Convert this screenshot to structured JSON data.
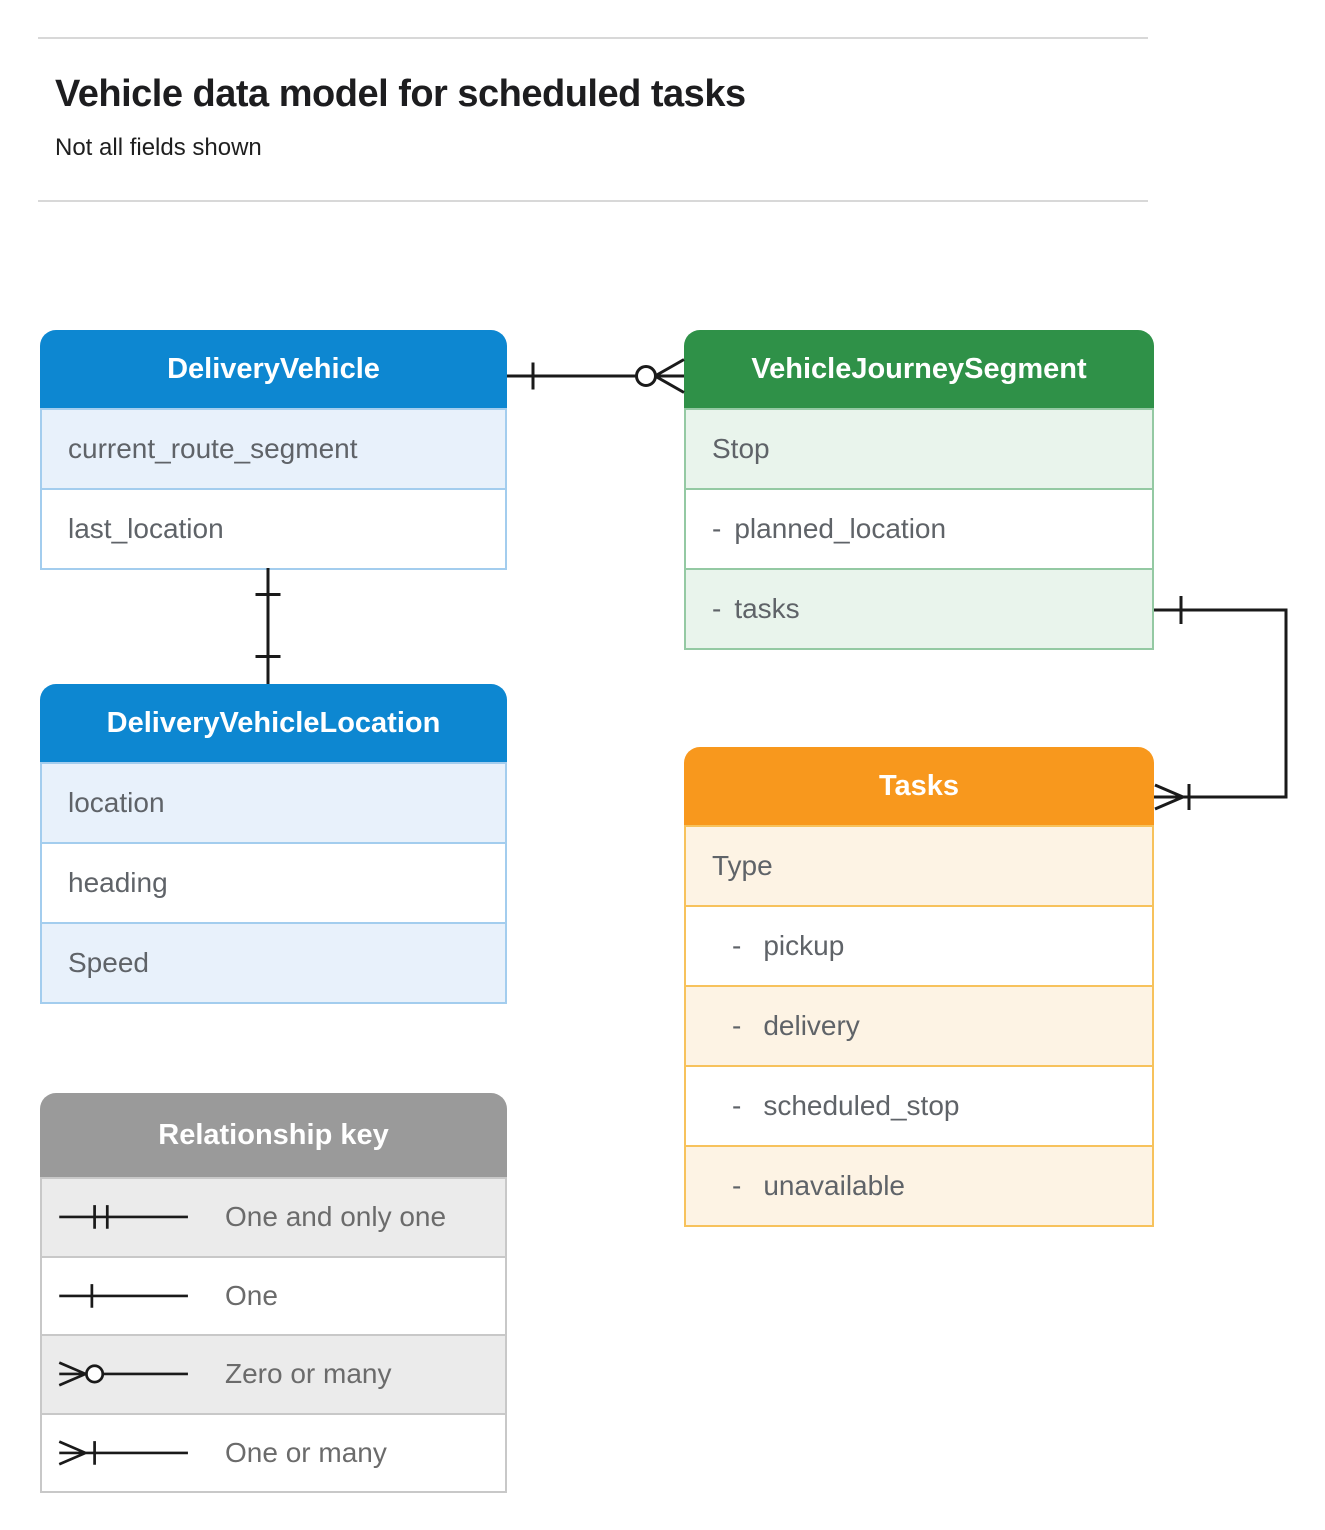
{
  "header": {
    "title": "Vehicle data model for scheduled tasks",
    "subtitle": "Not all fields shown"
  },
  "entities": [
    {
      "title": "DeliveryVehicle",
      "rows": [
        {
          "bullet": "",
          "label": "current_route_segment"
        },
        {
          "bullet": "",
          "label": "last_location"
        }
      ]
    },
    {
      "title": "VehicleJourneySegment",
      "rows": [
        {
          "bullet": "",
          "label": "Stop"
        },
        {
          "bullet": "-",
          "label": "planned_location"
        },
        {
          "bullet": "-",
          "label": "tasks"
        }
      ]
    },
    {
      "title": "DeliveryVehicleLocation",
      "rows": [
        {
          "bullet": "",
          "label": "location"
        },
        {
          "bullet": "",
          "label": "heading"
        },
        {
          "bullet": "",
          "label": "Speed"
        }
      ]
    },
    {
      "title": "Tasks",
      "rows": [
        {
          "bullet": "",
          "label": "Type"
        },
        {
          "bullet": "-",
          "label": "pickup"
        },
        {
          "bullet": "-",
          "label": "delivery"
        },
        {
          "bullet": "-",
          "label": "scheduled_stop"
        },
        {
          "bullet": "-",
          "label": "unavailable"
        }
      ]
    }
  ],
  "legend": {
    "title": "Relationship key",
    "items": [
      {
        "symbol": "one-and-only-one",
        "label": "One and only one"
      },
      {
        "symbol": "one",
        "label": "One"
      },
      {
        "symbol": "zero-or-many",
        "label": "Zero or many"
      },
      {
        "symbol": "one-or-many",
        "label": "One or many"
      }
    ]
  },
  "relationships": [
    {
      "from": "DeliveryVehicle",
      "to": "VehicleJourneySegment",
      "from_cardinality": "one",
      "to_cardinality": "zero-or-many"
    },
    {
      "from": "DeliveryVehicle",
      "to": "DeliveryVehicleLocation",
      "from_cardinality": "one",
      "to_cardinality": "one"
    },
    {
      "from": "VehicleJourneySegment.tasks",
      "to": "Tasks",
      "from_cardinality": "one",
      "to_cardinality": "one-or-many"
    }
  ],
  "colors": {
    "blue": "#0d87d1",
    "blue_tint": "#e8f1fb",
    "blue_border": "#a3cdee",
    "green": "#2f9148",
    "green_tint": "#e9f4ec",
    "green_border": "#94c9a3",
    "orange": "#f8981d",
    "orange_tint": "#fdf3e4",
    "orange_border": "#f7c25c",
    "gray": "#9a9a9a",
    "gray_tint": "#ebebeb",
    "gray_border": "#c8c8c8",
    "connector": "#1a1a1a"
  }
}
